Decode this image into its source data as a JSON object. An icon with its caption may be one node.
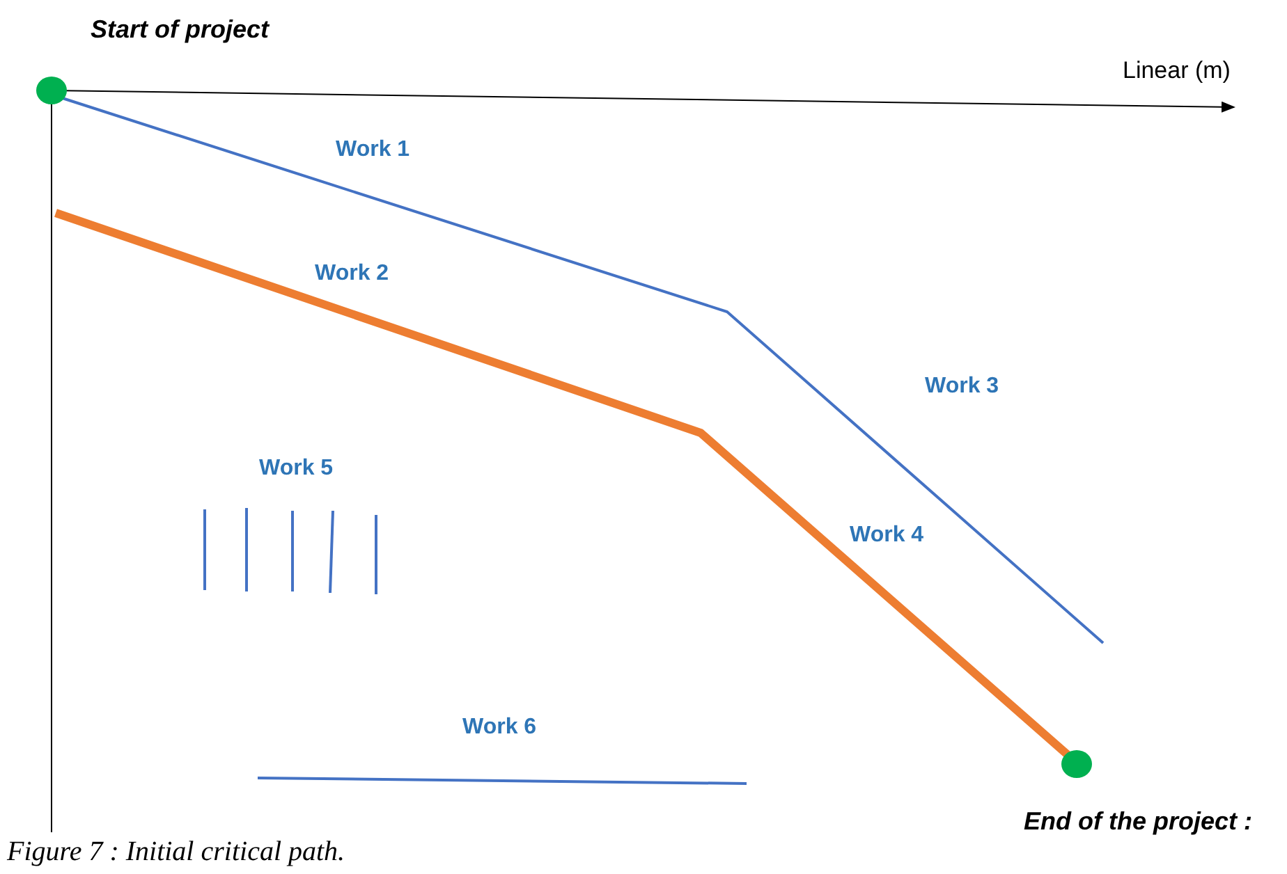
{
  "diagram": {
    "caption": "Figure 7 : Initial critical path.",
    "nodes": [
      {
        "text": [],
        "shape": "circle",
        "beside": [
          "Start of project"
        ]
      },
      {
        "text": [],
        "shape": "circle",
        "beside": [
          "End of the project :"
        ]
      }
    ],
    "labels": [
      "Linear (m)",
      "Work 1",
      "Work 2",
      "Work 3",
      "Work 5",
      "Work 4",
      "Work 6"
    ]
  }
}
